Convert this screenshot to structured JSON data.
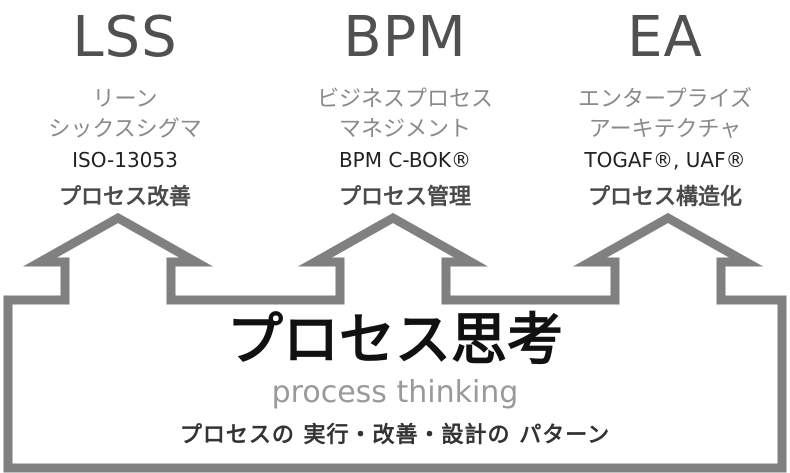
{
  "columns": [
    {
      "abbr": "LSS",
      "line1": "リーン",
      "line2": "シックスシグマ",
      "standard": "ISO-13053",
      "focus": "プロセス改善"
    },
    {
      "abbr": "BPM",
      "line1": "ビジネスプロセス",
      "line2": "マネジメント",
      "standard": "BPM C-BOK®",
      "focus": "プロセス管理"
    },
    {
      "abbr": "EA",
      "line1": "エンタープライズ",
      "line2": "アーキテクチャ",
      "standard": "TOGAF®, UAF®",
      "focus": "プロセス構造化"
    }
  ],
  "base": {
    "title": "プロセス思考",
    "subtitle": "process thinking",
    "description": "プロセスの 実行・改善・設計の パターン"
  },
  "colors": {
    "outline": "#808080",
    "fill": "#ffffff"
  }
}
